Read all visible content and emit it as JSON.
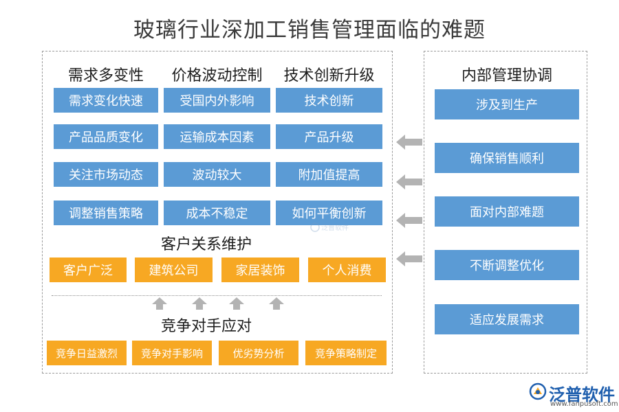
{
  "title": "玻璃行业深加工销售管理面临的难题",
  "columns": [
    {
      "heading": "需求多变性",
      "items": [
        "需求变化快速",
        "产品品质变化",
        "关注市场动态",
        "调整销售策略"
      ]
    },
    {
      "heading": "价格波动控制",
      "items": [
        "受国内外影响",
        "运输成本因素",
        "波动较大",
        "成本不稳定"
      ]
    },
    {
      "heading": "技术创新升级",
      "items": [
        "技术创新",
        "产品升级",
        "附加值提高",
        "如何平衡创新"
      ]
    }
  ],
  "customer": {
    "heading": "客户关系维护",
    "items": [
      "客户广泛",
      "建筑公司",
      "家居装饰",
      "个人消费"
    ]
  },
  "competition": {
    "heading": "竞争对手应对",
    "items": [
      "竞争日益激烈",
      "竞争对手影响",
      "优劣势分析",
      "竞争策略制定"
    ]
  },
  "internal": {
    "heading": "内部管理协调",
    "items": [
      "涉及到生产",
      "确保销售顺利",
      "面对内部难题",
      "不断调整优化",
      "适应发展需求"
    ]
  },
  "watermark": {
    "text": "泛普软件"
  },
  "brand": {
    "name": "泛普软件",
    "url": "www.fanpusoft.com",
    "color": "#1f5fae"
  },
  "colors": {
    "blue": "#5b9bd5",
    "orange": "#f7a823",
    "arrow": "#b3b3b3"
  }
}
